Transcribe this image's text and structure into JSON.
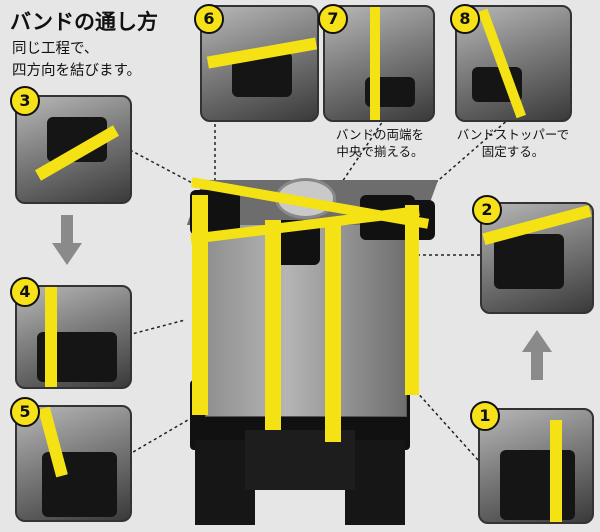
{
  "title": "バンドの通し方",
  "subtitle": [
    "同じ工程で、",
    "四方向を結びます。"
  ],
  "steps": [
    {
      "num": "1"
    },
    {
      "num": "2"
    },
    {
      "num": "3"
    },
    {
      "num": "4"
    },
    {
      "num": "5"
    },
    {
      "num": "6"
    },
    {
      "num": "7",
      "caption": [
        "バンドの両端を",
        "中央で揃える。"
      ]
    },
    {
      "num": "8",
      "caption": [
        "バンドストッパーで",
        "固定する。"
      ]
    }
  ],
  "colors": {
    "band": "#f4e214",
    "background": "#e6e6e6",
    "arrow": "#8a8a8a"
  }
}
